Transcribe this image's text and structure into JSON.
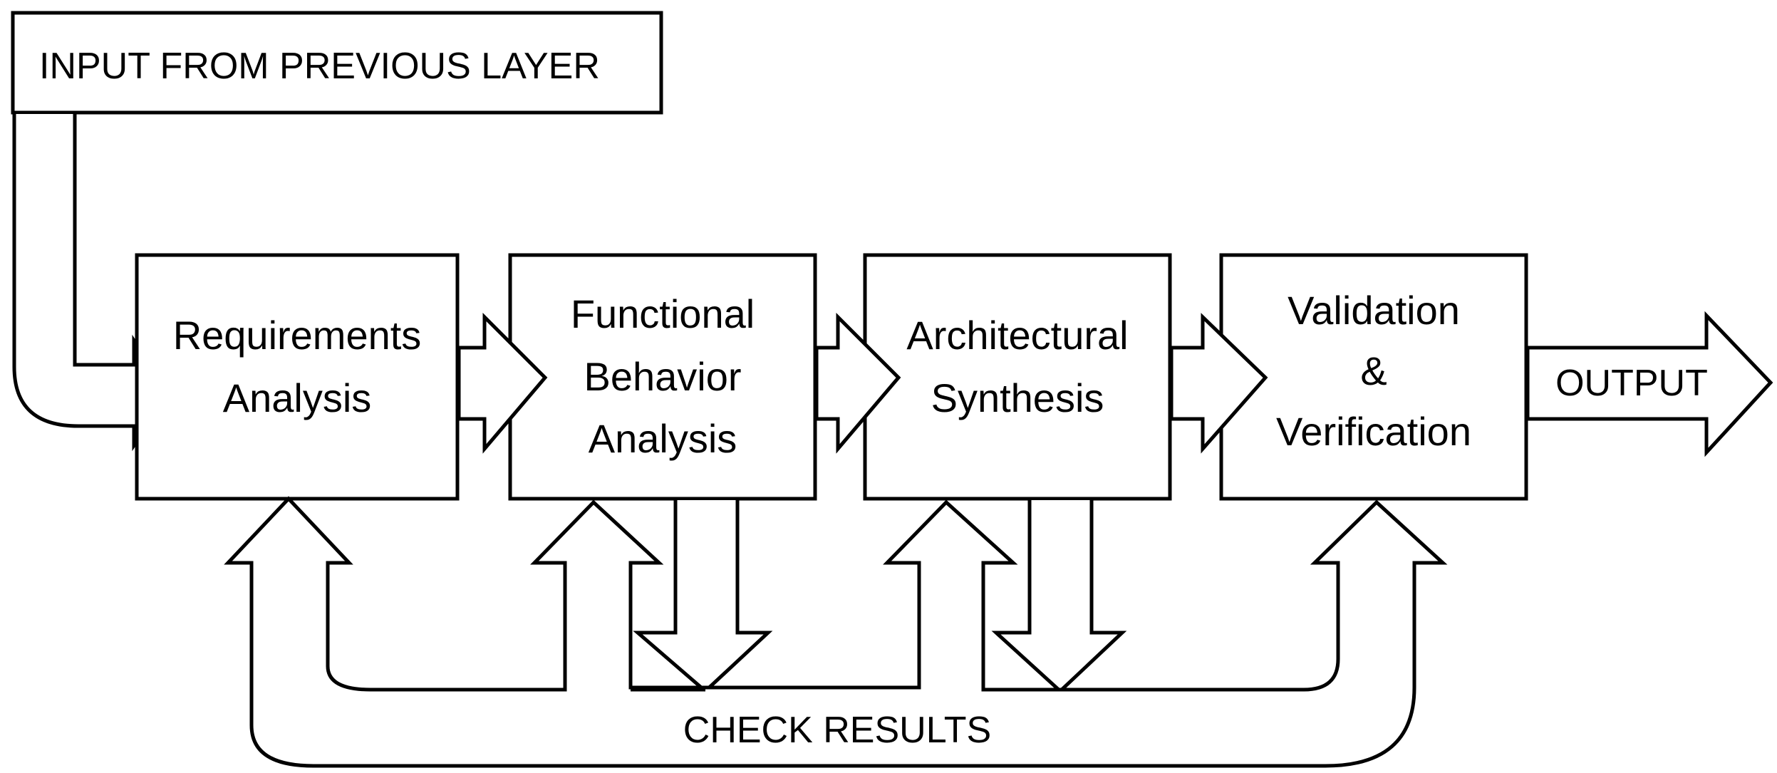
{
  "input_box": {
    "label": "INPUT FROM PREVIOUS LAYER"
  },
  "steps": [
    {
      "line1": "Requirements",
      "line2": "Analysis"
    },
    {
      "line1": "Functional",
      "line2": "Behavior",
      "line3": "Analysis"
    },
    {
      "line1": "Architectural",
      "line2": "Synthesis"
    },
    {
      "line1": "Validation",
      "line2": "&",
      "line3": "Verification"
    }
  ],
  "output": {
    "label": "OUTPUT"
  },
  "feedback": {
    "label": "CHECK RESULTS"
  }
}
